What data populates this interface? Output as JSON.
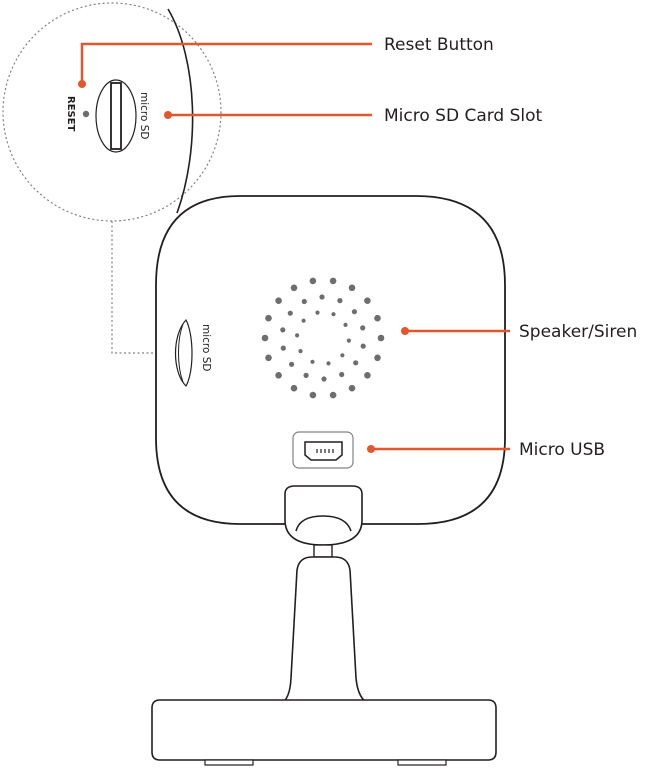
{
  "callouts": {
    "reset_button": "Reset Button",
    "sd_card_slot": "Micro SD Card Slot",
    "speaker_siren": "Speaker/Siren",
    "micro_usb": "Micro USB"
  },
  "device_text": {
    "reset": "RESET",
    "micro_sd_zoom": "micro SD",
    "micro_sd_body": "micro SD"
  },
  "colors": {
    "accent": "#e2572b",
    "outline": "#231f20",
    "dots": "#6d6e70",
    "dashed": "#808285"
  }
}
